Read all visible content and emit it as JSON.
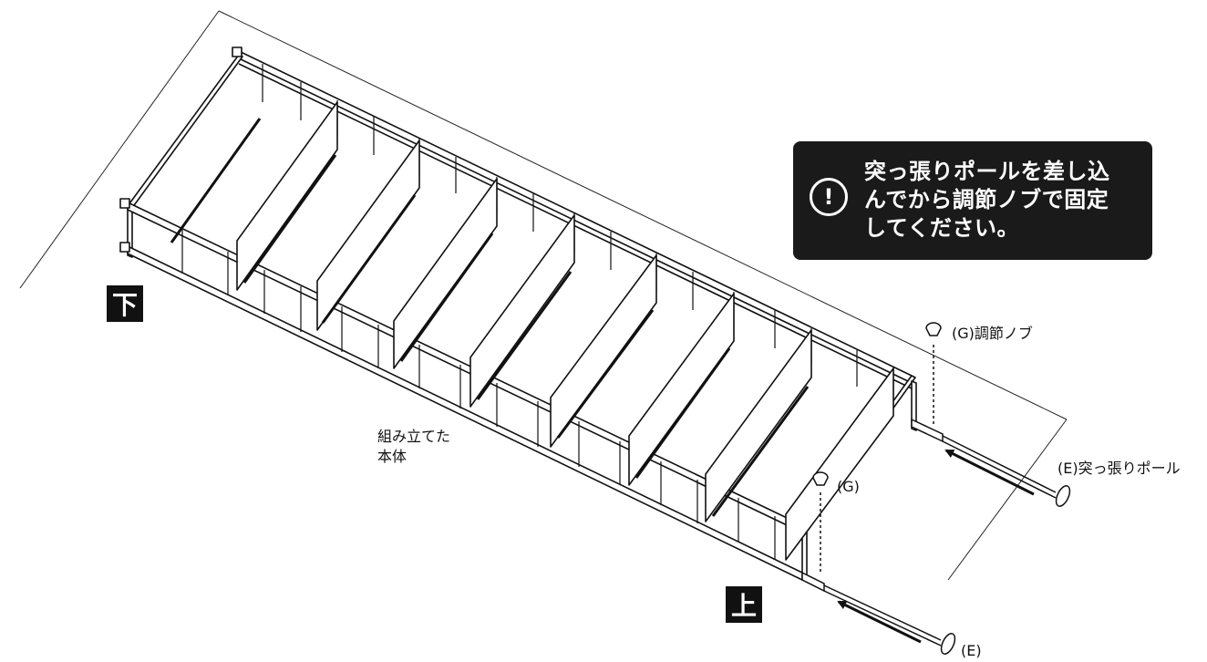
{
  "corner_labels": {
    "bottom": "下",
    "top": "上"
  },
  "callout": {
    "icon": "exclamation-circle-icon",
    "icon_glyph": "!",
    "lines": [
      "突っ張りポールを差し込",
      "んでから調節ノブで固定",
      "してください。"
    ]
  },
  "parts": {
    "knob_upper": "(G)調節ノブ",
    "knob_lower": "(G)",
    "pole_upper": "(E)突っ張りポール",
    "pole_lower": "(E)"
  },
  "body_label": [
    "組み立てた",
    "本体"
  ],
  "colors": {
    "line": "#111111",
    "callout_bg": "#1a1a1a",
    "callout_text": "#ffffff"
  }
}
